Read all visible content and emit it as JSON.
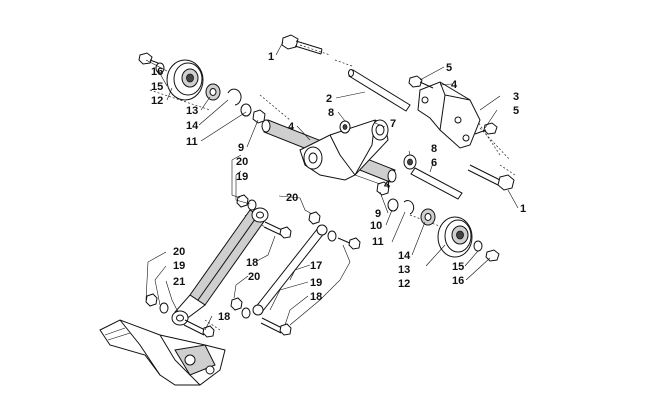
{
  "callouts": [
    {
      "id": "c1",
      "text": "1"
    },
    {
      "id": "c2",
      "text": "2"
    },
    {
      "id": "c3",
      "text": "3"
    },
    {
      "id": "c4",
      "text": "4"
    },
    {
      "id": "c5",
      "text": "5"
    },
    {
      "id": "c6",
      "text": "6"
    },
    {
      "id": "c7",
      "text": "7"
    },
    {
      "id": "c8",
      "text": "8"
    },
    {
      "id": "c9",
      "text": "9"
    },
    {
      "id": "c10",
      "text": "10"
    },
    {
      "id": "c11",
      "text": "11"
    },
    {
      "id": "c12",
      "text": "12"
    },
    {
      "id": "c13",
      "text": "13"
    },
    {
      "id": "c14",
      "text": "14"
    },
    {
      "id": "c15",
      "text": "15"
    },
    {
      "id": "c16",
      "text": "16"
    },
    {
      "id": "c17",
      "text": "17"
    },
    {
      "id": "c18",
      "text": "18"
    },
    {
      "id": "c19",
      "text": "19"
    },
    {
      "id": "c20",
      "text": "20"
    },
    {
      "id": "c21",
      "text": "21"
    }
  ]
}
